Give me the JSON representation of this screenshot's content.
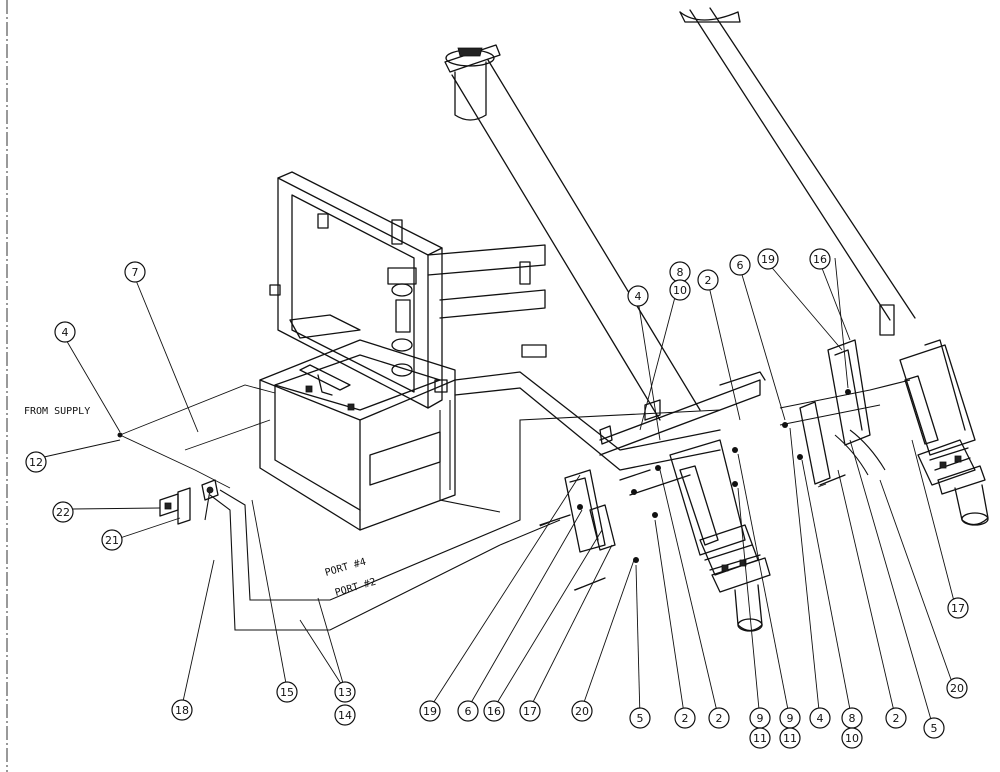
{
  "notes": {
    "from_supply": "FROM SUPPLY",
    "port_4": "PORT #4",
    "port_2": "PORT #2"
  },
  "callouts": [
    {
      "id": "c7",
      "label": "7"
    },
    {
      "id": "c4a",
      "label": "4"
    },
    {
      "id": "c12",
      "label": "12"
    },
    {
      "id": "c22",
      "label": "22"
    },
    {
      "id": "c21",
      "label": "21"
    },
    {
      "id": "c18",
      "label": "18"
    },
    {
      "id": "c15",
      "label": "15"
    },
    {
      "id": "c13",
      "label": "13"
    },
    {
      "id": "c14",
      "label": "14"
    },
    {
      "id": "c8a",
      "label": "8"
    },
    {
      "id": "c10a",
      "label": "10"
    },
    {
      "id": "c4b",
      "label": "4"
    },
    {
      "id": "c2a",
      "label": "2"
    },
    {
      "id": "c6a",
      "label": "6"
    },
    {
      "id": "c19a",
      "label": "19"
    },
    {
      "id": "c16a",
      "label": "16"
    },
    {
      "id": "c17a",
      "label": "17"
    },
    {
      "id": "c20a",
      "label": "20"
    },
    {
      "id": "c19b",
      "label": "19"
    },
    {
      "id": "c6b",
      "label": "6"
    },
    {
      "id": "c16b",
      "label": "16"
    },
    {
      "id": "c17b",
      "label": "17"
    },
    {
      "id": "c20b",
      "label": "20"
    },
    {
      "id": "c5a",
      "label": "5"
    },
    {
      "id": "c2b",
      "label": "2"
    },
    {
      "id": "c2c",
      "label": "2"
    },
    {
      "id": "c9a",
      "label": "9"
    },
    {
      "id": "c11a",
      "label": "11"
    },
    {
      "id": "c9b",
      "label": "9"
    },
    {
      "id": "c11b",
      "label": "11"
    },
    {
      "id": "c4c",
      "label": "4"
    },
    {
      "id": "c8b",
      "label": "8"
    },
    {
      "id": "c10b",
      "label": "10"
    },
    {
      "id": "c2d",
      "label": "2"
    },
    {
      "id": "c5b",
      "label": "5"
    }
  ]
}
